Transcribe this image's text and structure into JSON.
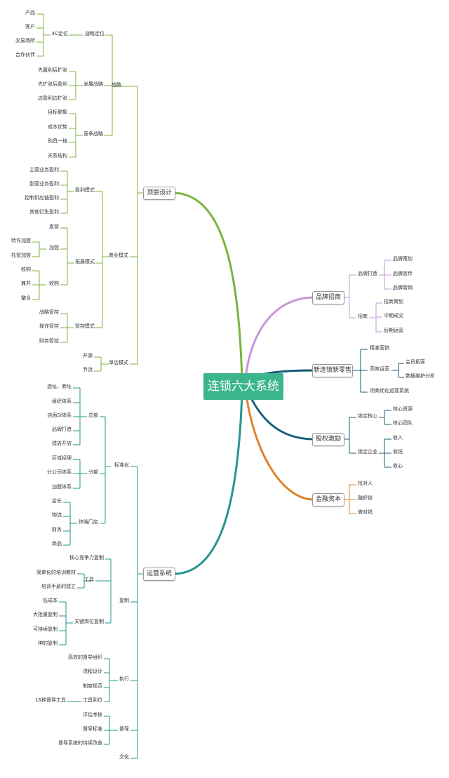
{
  "center": "连锁六大系统",
  "colors": {
    "top": "#7cb342",
    "ops": "#26958f",
    "brand": "#c896d8",
    "retail": "#135a78",
    "equity": "#19607a",
    "finance": "#e0822c"
  },
  "top_design": {
    "title": "顶层设计",
    "strategy": {
      "label": "战略",
      "positioning": {
        "label": "战略定位",
        "fourC": "4C定位",
        "items": [
          "产品",
          "客户",
          "交易场所",
          "合作伙伴"
        ]
      },
      "development": {
        "label": "发展战略",
        "items": [
          "先赢利后扩张",
          "先扩张后盈利",
          "边盈利边扩张"
        ]
      },
      "competition": {
        "label": "竞争战略",
        "items": [
          "目标聚集",
          "成本优势",
          "别具一格",
          "关系结构"
        ]
      }
    },
    "business_model": {
      "label": "商业模式",
      "profit": {
        "label": "盈利模式",
        "items": [
          "主营业务盈利",
          "副营业务盈利",
          "控制供应链盈利",
          "其他衍生盈利"
        ]
      },
      "expansion": {
        "label": "拓展模式",
        "direct": "直营",
        "franchise": {
          "label": "加盟",
          "items": [
            "特许加盟",
            "托管加盟"
          ]
        },
        "acquire": {
          "label": "收购",
          "items": [
            "收购",
            "兼并",
            "整合"
          ]
        }
      },
      "control": {
        "label": "管控模式",
        "items": [
          "战略管控",
          "操作管控",
          "财务管控"
        ]
      }
    },
    "single_store": {
      "label": "单店模式",
      "items": [
        "开源",
        "节流"
      ]
    }
  },
  "operations": {
    "title": "运营系统",
    "standard": {
      "label": "标准化",
      "hq": {
        "label": "总部",
        "items": [
          "选址、商址",
          "组织体系",
          "店面SI体系",
          "品牌打造",
          "建店开店"
        ]
      },
      "branch": {
        "label": "分部",
        "items": [
          "区域经理",
          "分公司体系",
          "加盟体系"
        ]
      },
      "terminal": {
        "label": "终端门店",
        "items": [
          "店长",
          "物流",
          "财务",
          "商品"
        ]
      }
    },
    "replicate": {
      "label": "复制",
      "core": "核心竞争力复制",
      "tools": {
        "label": "工具",
        "items": [
          "简单化的培训教材",
          "培训手册的建立"
        ]
      },
      "key_positions": {
        "label": "关键岗位复制",
        "items": [
          "低成本",
          "大批量复制",
          "可持续复制",
          "神的复制"
        ]
      }
    },
    "execute": {
      "label": "执行",
      "items": [
        "高效的督导组织",
        "流程设计",
        "制度规范"
      ],
      "toolpos": {
        "label": "工具到位",
        "item": "16种督导工具"
      }
    },
    "supervise": {
      "label": "督导",
      "items": [
        "评估考核",
        "督导标准",
        "督导系统的持续改善"
      ]
    },
    "culture": "文化"
  },
  "brand_invest": {
    "title": "品牌招商",
    "brand": {
      "label": "品牌打造",
      "items": [
        "品牌策划",
        "品牌宣传",
        "品牌营销"
      ]
    },
    "invest": {
      "label": "招商",
      "items": [
        "招商策划",
        "中期成交",
        "后期运营"
      ]
    }
  },
  "new_retail": {
    "title": "新连锁新零售",
    "items": {
      "precise": "精准营销",
      "ops": "高效运营",
      "optimize": "闭商优化运营系统"
    },
    "ops_items": [
      "会员拓客",
      "数据维护分析"
    ]
  },
  "equity": {
    "title": "股权激励",
    "internal": {
      "label": "锁定核心",
      "items": [
        "核心资源",
        "核心团队"
      ]
    },
    "external": {
      "label": "锁定企业",
      "items": [
        "收入",
        "收钱",
        "收心"
      ]
    }
  },
  "finance": {
    "title": "金融资本",
    "items": [
      "找对人",
      "融好钱",
      "做对钱"
    ]
  }
}
